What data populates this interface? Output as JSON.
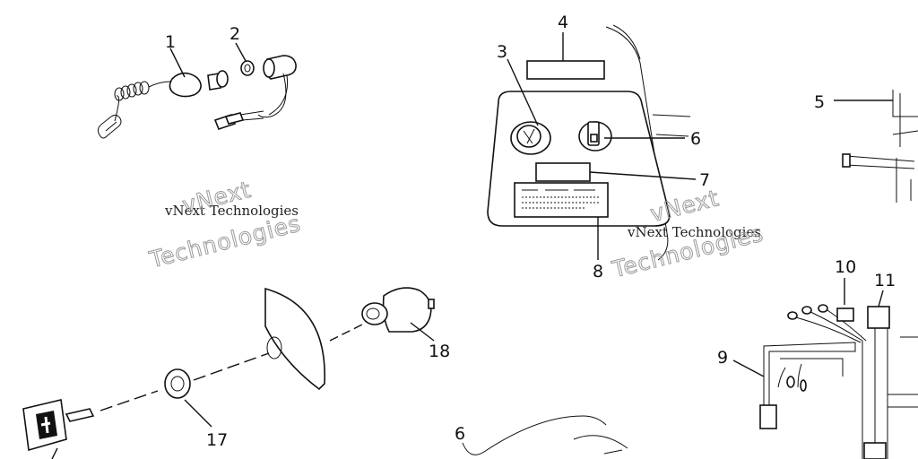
{
  "callouts": {
    "c1": "1",
    "c2": "2",
    "c3": "3",
    "c4": "4",
    "c5": "5",
    "c6": "6",
    "c7": "7",
    "c8": "8",
    "c9": "9",
    "c10": "10",
    "c11": "11",
    "c17": "17",
    "c18": "18",
    "c6b": "6"
  },
  "watermarks": {
    "left_small": "vNext Technologies",
    "left_big_1": "vNext",
    "left_big_2": "Technologies",
    "mid_small": "vNext Technologies",
    "mid_big_1": "vNext",
    "mid_big_2": "Technologies"
  }
}
